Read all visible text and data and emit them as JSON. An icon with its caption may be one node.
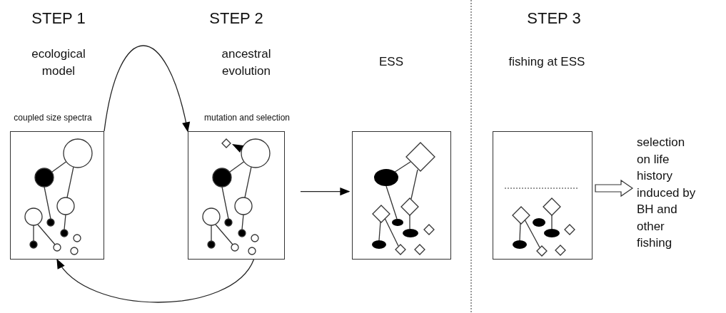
{
  "diagram": {
    "nodes": [
      {
        "text": [],
        "shape": "picture",
        "beside": [
          "STEP 1",
          "ecological model",
          "coupled size spectra"
        ]
      },
      {
        "text": [],
        "shape": "picture",
        "beside": [
          "STEP 2",
          "ancestral evolution",
          "mutation and selection"
        ]
      },
      {
        "text": [],
        "shape": "picture"
      },
      {
        "text": [],
        "shape": "picture",
        "beside": [
          "STEP 3",
          "fishing at ESS"
        ]
      },
      {
        "text": [
          "selection on life history induced by BH and other fishing"
        ]
      }
    ],
    "edges": [
      {
        "from": 0,
        "to": 1,
        "arrow": "to"
      },
      {
        "from": 1,
        "to": 0,
        "arrow": "to"
      },
      {
        "from": 1,
        "to": 2,
        "arrow": "to"
      },
      {
        "from": 3,
        "to": 4,
        "arrow": "to"
      }
    ],
    "labels": [
      "ESS"
    ]
  }
}
